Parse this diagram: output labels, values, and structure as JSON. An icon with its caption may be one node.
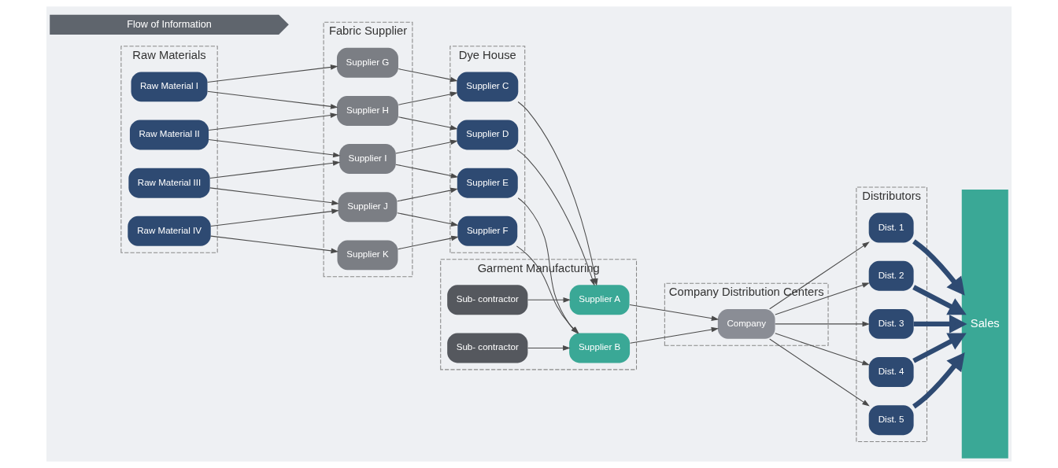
{
  "diagram": {
    "nodes": [
      {
        "text": [
          "Raw Materials"
        ]
      },
      {
        "text": [
          "Fabric Supplier"
        ]
      },
      {
        "text": [
          "Dye House"
        ]
      },
      {
        "text": [
          "Garment Manufacturing"
        ]
      },
      {
        "text": [
          "Company Distribution Centers"
        ]
      },
      {
        "text": [
          "Distributors"
        ]
      },
      {
        "text": [
          "Raw Material I"
        ],
        "in": 0
      },
      {
        "text": [
          "Raw Material II"
        ],
        "in": 0
      },
      {
        "text": [
          "Raw Material III"
        ],
        "in": 0
      },
      {
        "text": [
          "Raw Material IV"
        ],
        "in": 0
      },
      {
        "text": [
          "Supplier G"
        ],
        "in": 1
      },
      {
        "text": [
          "Supplier H"
        ],
        "in": 1
      },
      {
        "text": [
          "Supplier I"
        ],
        "in": 1
      },
      {
        "text": [
          "Supplier J"
        ],
        "in": 1
      },
      {
        "text": [
          "Supplier K"
        ],
        "in": 1
      },
      {
        "text": [
          "Supplier C"
        ],
        "in": 2
      },
      {
        "text": [
          "Supplier D"
        ],
        "in": 2
      },
      {
        "text": [
          "Supplier E"
        ],
        "in": 2
      },
      {
        "text": [
          "Supplier F"
        ],
        "in": 2
      },
      {
        "text": [
          "Supplier A"
        ],
        "in": 3
      },
      {
        "text": [
          "Sub- contractor"
        ],
        "in": 3
      },
      {
        "text": [
          "Supplier B"
        ],
        "in": 3
      },
      {
        "text": [
          "Sub- contractor"
        ],
        "in": 3
      },
      {
        "text": [
          "Company"
        ],
        "in": 4
      },
      {
        "text": [
          "Dist. 1"
        ],
        "in": 5
      },
      {
        "text": [
          "Dist. 2"
        ],
        "in": 5
      },
      {
        "text": [
          "Dist. 3"
        ],
        "in": 5
      },
      {
        "text": [
          "Dist. 4"
        ],
        "in": 5
      },
      {
        "text": [
          "Dist. 5"
        ],
        "in": 5
      },
      {
        "text": [
          "Sales"
        ]
      },
      {
        "text": [
          "Flow of Information"
        ]
      }
    ],
    "edges": [
      {
        "from": 6,
        "to": 10,
        "arrow": "to"
      },
      {
        "from": 6,
        "to": 11,
        "arrow": "to"
      },
      {
        "from": 7,
        "to": 11,
        "arrow": "to"
      },
      {
        "from": 7,
        "to": 12,
        "arrow": "to"
      },
      {
        "from": 8,
        "to": 12,
        "arrow": "to"
      },
      {
        "from": 8,
        "to": 13,
        "arrow": "to"
      },
      {
        "from": 9,
        "to": 13,
        "arrow": "to"
      },
      {
        "from": 9,
        "to": 14,
        "arrow": "to"
      },
      {
        "from": 10,
        "to": 15,
        "arrow": "to"
      },
      {
        "from": 11,
        "to": 15,
        "arrow": "to"
      },
      {
        "from": 11,
        "to": 16,
        "arrow": "to"
      },
      {
        "from": 12,
        "to": 16,
        "arrow": "to"
      },
      {
        "from": 12,
        "to": 17,
        "arrow": "to"
      },
      {
        "from": 13,
        "to": 17,
        "arrow": "to"
      },
      {
        "from": 13,
        "to": 18,
        "arrow": "to"
      },
      {
        "from": 14,
        "to": 18,
        "arrow": "to"
      },
      {
        "from": 15,
        "to": 19,
        "arrow": "to"
      },
      {
        "from": 16,
        "to": 19,
        "arrow": "to"
      },
      {
        "from": 20,
        "to": 19,
        "arrow": "to"
      },
      {
        "from": 17,
        "to": 21,
        "arrow": "to"
      },
      {
        "from": 18,
        "to": 21,
        "arrow": "to"
      },
      {
        "from": 22,
        "to": 21,
        "arrow": "to"
      },
      {
        "from": 19,
        "to": 23,
        "arrow": "to"
      },
      {
        "from": 21,
        "to": 23,
        "arrow": "to"
      },
      {
        "from": 23,
        "to": 24,
        "arrow": "to"
      },
      {
        "from": 23,
        "to": 25,
        "arrow": "to"
      },
      {
        "from": 23,
        "to": 26,
        "arrow": "to"
      },
      {
        "from": 23,
        "to": 27,
        "arrow": "to"
      },
      {
        "from": 23,
        "to": 28,
        "arrow": "to"
      },
      {
        "from": 24,
        "to": 29,
        "arrow": "to",
        "style": "thick",
        "color": "#2e4a72"
      },
      {
        "from": 25,
        "to": 29,
        "arrow": "to",
        "style": "thick",
        "color": "#2e4a72"
      },
      {
        "from": 26,
        "to": 29,
        "arrow": "to",
        "style": "thick",
        "color": "#2e4a72"
      },
      {
        "from": 27,
        "to": 29,
        "arrow": "to",
        "style": "thick",
        "color": "#2e4a72"
      },
      {
        "from": 28,
        "to": 29,
        "arrow": "to",
        "style": "thick",
        "color": "#2e4a72"
      }
    ]
  }
}
